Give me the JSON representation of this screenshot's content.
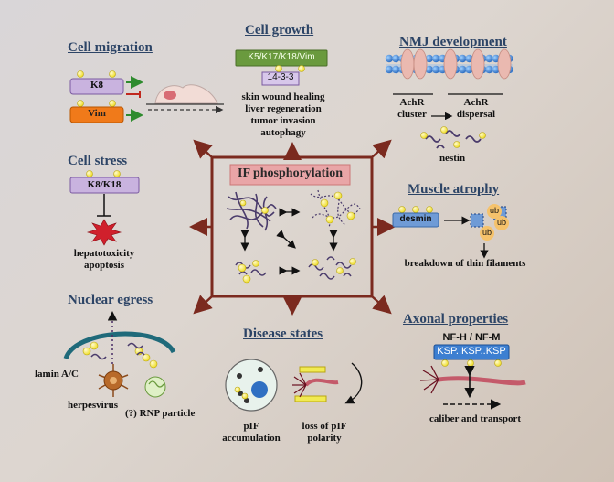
{
  "title": "IF phosphorylation",
  "panels": {
    "cell_growth": {
      "title": "Cell growth",
      "box1": "K5/K17/K18/Vim",
      "box2": "14-3-3",
      "items": [
        "skin wound healing",
        "liver regeneration",
        "tumor invasion",
        "autophagy"
      ]
    },
    "cell_migration": {
      "title": "Cell migration",
      "box1": "K8",
      "box2": "Vim"
    },
    "nmj": {
      "title": "NMJ development",
      "label1": "AchR",
      "label1b": "cluster",
      "label2": "AchR",
      "label2b": "dispersal",
      "label3": "nestin"
    },
    "cell_stress": {
      "title": "Cell stress",
      "box": "K8/K18",
      "outcome1": "hepatotoxicity",
      "outcome2": "apoptosis"
    },
    "muscle_atrophy": {
      "title": "Muscle atrophy",
      "box": "desmin",
      "ub": "ub",
      "outcome": "breakdown of thin filaments"
    },
    "nuclear_egress": {
      "title": "Nuclear egress",
      "label1": "lamin A/C",
      "label2": "herpesvirus",
      "label3": "(?) RNP particle"
    },
    "disease": {
      "title": "Disease states",
      "label1a": "pIF",
      "label1b": "accumulation",
      "label2a": "loss of pIF",
      "label2b": "polarity"
    },
    "axonal": {
      "title": "Axonal properties",
      "header": "NF-H / NF-M",
      "box": "KSP..KSP..KSP",
      "label": "caliber and transport"
    }
  },
  "colors": {
    "title_blue": "#2c4466",
    "arrow_maroon": "#7b2a1f",
    "phospho_yellow": "#f3e84a",
    "k8_purple": "#c9b3df",
    "vim_orange": "#f07a1a",
    "kvim_green": "#6a9a3e",
    "desmin_blue": "#6f9bd6",
    "ksp_blue": "#3d7fd1",
    "center_pink": "#e9a5a7"
  }
}
